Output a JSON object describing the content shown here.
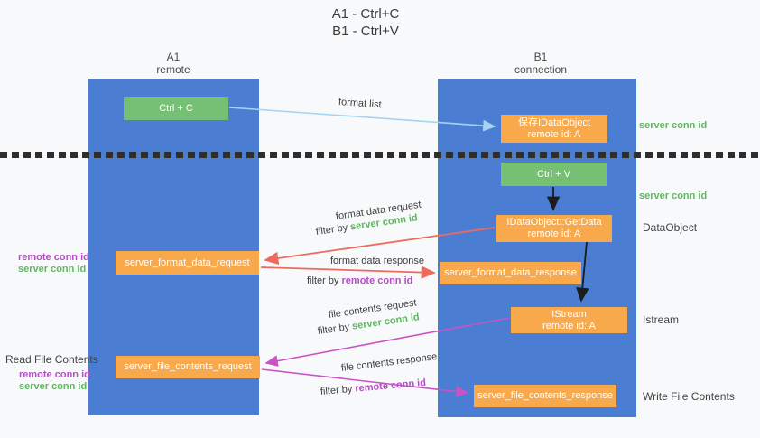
{
  "title": {
    "line1": "A1 - Ctrl+C",
    "line2": "B1 - Ctrl+V"
  },
  "columns": {
    "a1": {
      "name": "A1",
      "subtitle": "remote"
    },
    "b1": {
      "name": "B1",
      "subtitle": "connection"
    }
  },
  "nodes": {
    "ctrl_c": "Ctrl + C",
    "save_idataobject": {
      "line1": "保存IDataObject",
      "line2": "remote id: A"
    },
    "ctrl_v": "Ctrl + V",
    "getdata": {
      "line1": "IDataObject::GetData",
      "line2": "remote id: A"
    },
    "format_request": "server_format_data_request",
    "format_response": "server_format_data_response",
    "istream": {
      "line1": "IStream",
      "line2": "remote id: A"
    },
    "file_request": "server_file_contents_request",
    "file_response": "server_file_contents_response"
  },
  "arrow_labels": {
    "format_list": "format list",
    "format_data_request": "format data request",
    "format_data_response": "format data response",
    "file_contents_request": "file contents request",
    "file_contents_response": "file contents response",
    "filter_by": "filter by ",
    "server_conn_id": "server conn id",
    "remote_conn_id": "remote conn id"
  },
  "side_labels": {
    "server_conn_id_top": "server conn id",
    "server_conn_id_mid": "server conn id",
    "dataobject": "DataObject",
    "istream": "Istream",
    "write_file_contents": "Write File Contents",
    "read_file_contents": "Read File Contents",
    "remote_conn_id_1": "remote conn id",
    "server_conn_id_1": "server conn id",
    "remote_conn_id_2": "remote conn id",
    "server_conn_id_2": "server conn id"
  },
  "colors": {
    "column_blue": "#4b7ed2",
    "box_green": "#76c073",
    "box_orange": "#f7a94c",
    "arrow_light_blue": "#a5d3f0",
    "arrow_red": "#ed6a5f",
    "arrow_magenta": "#ca52c5",
    "arrow_black": "#1c1c1c",
    "label_green": "#5fb760",
    "label_purple": "#b54fc5",
    "background": "#f8f9fa"
  }
}
